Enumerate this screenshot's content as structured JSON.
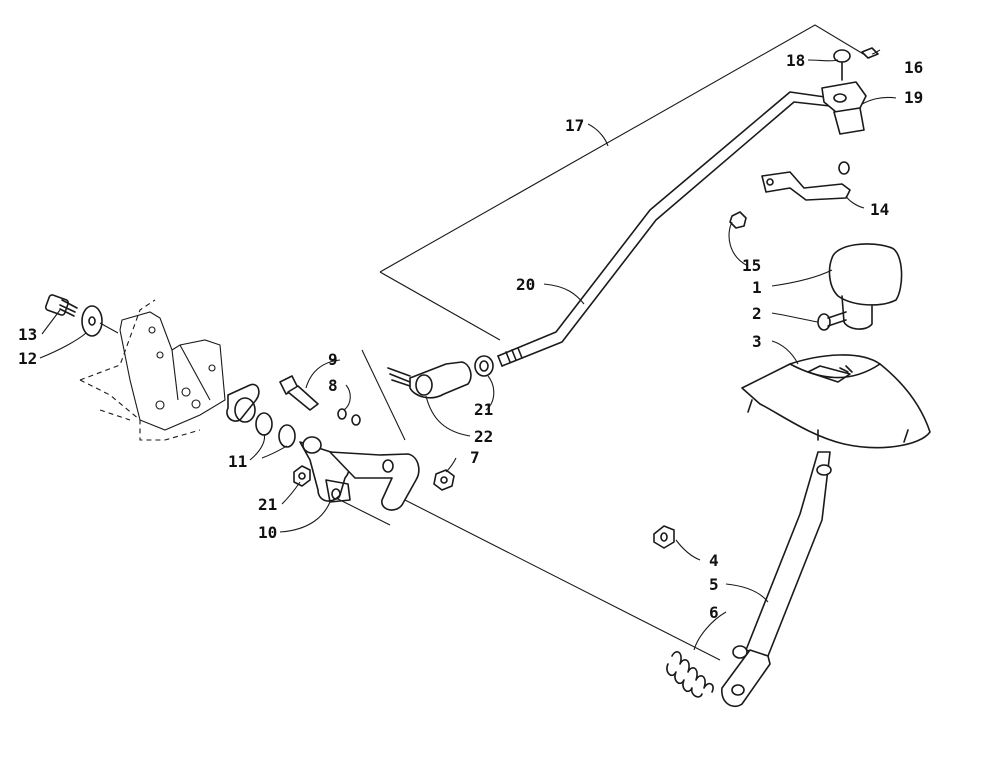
{
  "diagram": {
    "callouts": [
      {
        "id": "c1",
        "text": "1"
      },
      {
        "id": "c2",
        "text": "2"
      },
      {
        "id": "c3",
        "text": "3"
      },
      {
        "id": "c4",
        "text": "4"
      },
      {
        "id": "c5",
        "text": "5"
      },
      {
        "id": "c6",
        "text": "6"
      },
      {
        "id": "c7",
        "text": "7"
      },
      {
        "id": "c8",
        "text": "8"
      },
      {
        "id": "c9",
        "text": "9"
      },
      {
        "id": "c10",
        "text": "10"
      },
      {
        "id": "c11",
        "text": "11"
      },
      {
        "id": "c12",
        "text": "12"
      },
      {
        "id": "c13",
        "text": "13"
      },
      {
        "id": "c14",
        "text": "14"
      },
      {
        "id": "c15",
        "text": "15"
      },
      {
        "id": "c16",
        "text": "16"
      },
      {
        "id": "c17",
        "text": "17"
      },
      {
        "id": "c18",
        "text": "18"
      },
      {
        "id": "c19",
        "text": "19"
      },
      {
        "id": "c20",
        "text": "20"
      },
      {
        "id": "c21a",
        "text": "21"
      },
      {
        "id": "c21b",
        "text": "21"
      },
      {
        "id": "c22",
        "text": "22"
      }
    ]
  }
}
